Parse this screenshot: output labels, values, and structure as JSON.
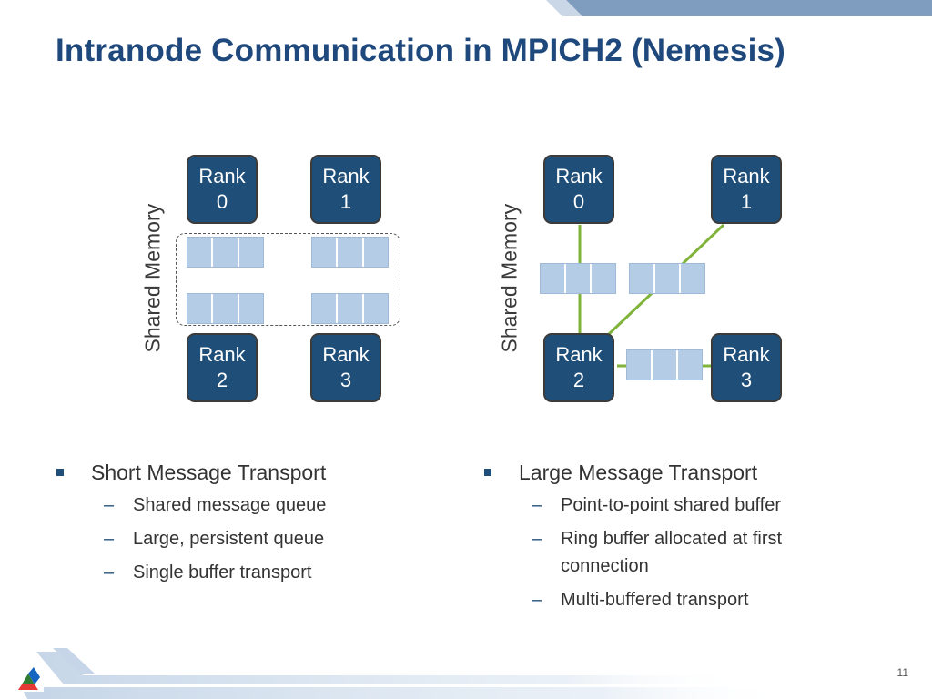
{
  "slide": {
    "title": "Intranode Communication in MPICH2 (Nemesis)",
    "page_number": "11"
  },
  "left_diagram": {
    "shared_memory_label": "Shared Memory",
    "ranks": [
      {
        "line1": "Rank",
        "line2": "0"
      },
      {
        "line1": "Rank",
        "line2": "1"
      },
      {
        "line1": "Rank",
        "line2": "2"
      },
      {
        "line1": "Rank",
        "line2": "3"
      }
    ]
  },
  "right_diagram": {
    "shared_memory_label": "Shared Memory",
    "ranks": [
      {
        "line1": "Rank",
        "line2": "0"
      },
      {
        "line1": "Rank",
        "line2": "1"
      },
      {
        "line1": "Rank",
        "line2": "2"
      },
      {
        "line1": "Rank",
        "line2": "3"
      }
    ]
  },
  "left_list": {
    "heading": "Short Message Transport",
    "items": [
      "Shared message queue",
      "Large, persistent queue",
      "Single buffer transport"
    ]
  },
  "right_list": {
    "heading": "Large Message Transport",
    "items": [
      "Point-to-point shared buffer",
      "Ring buffer allocated at first connection",
      "Multi-buffered transport"
    ]
  },
  "colors": {
    "title": "#1f497d",
    "rank_fill": "#1f4e79",
    "queue_cell": "#b4cce6",
    "link_line": "#7fb33a",
    "header_band": "#7f9ebf"
  }
}
